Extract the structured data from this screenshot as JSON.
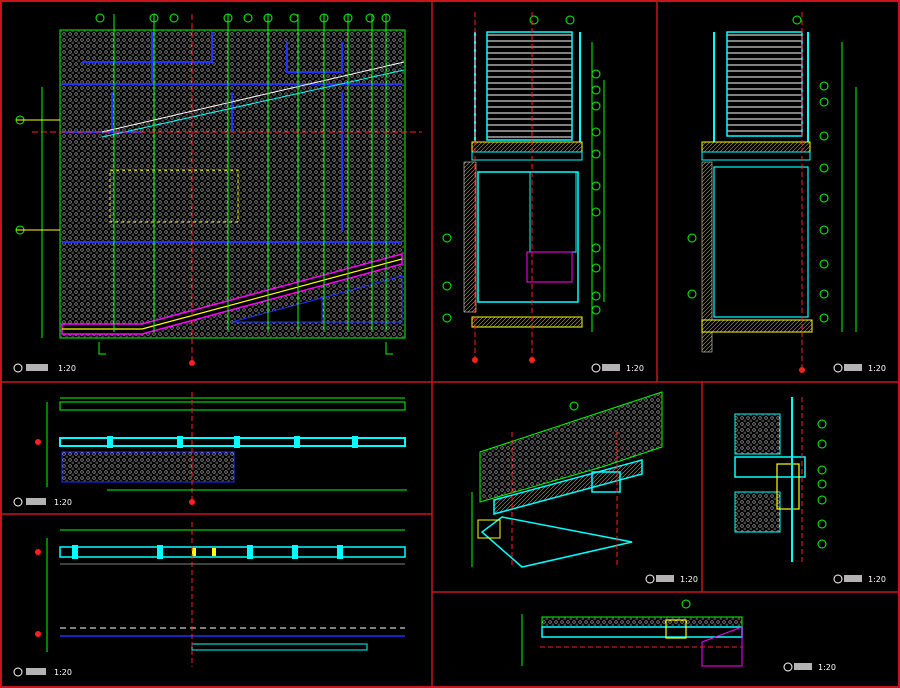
{
  "drawing": {
    "panels": [
      {
        "id": "p1",
        "scale": "1:20"
      },
      {
        "id": "p2",
        "scale": "1:20"
      },
      {
        "id": "p3",
        "scale": "1:20"
      },
      {
        "id": "p4",
        "scale": "1:20"
      },
      {
        "id": "p5",
        "scale": "1:20"
      },
      {
        "id": "p6",
        "scale": "1:20"
      },
      {
        "id": "p7",
        "scale": "1:20"
      },
      {
        "id": "p8",
        "scale": "1:20"
      }
    ]
  },
  "colors": {
    "frame": "#c8141e",
    "green": "#00ff00",
    "cyan": "#00ffff",
    "blue": "#2030ff",
    "red": "#ff2020",
    "magenta": "#ff00ff",
    "yellow": "#ffff00",
    "hatch": "#b8b8b8",
    "white": "#ffffff"
  }
}
